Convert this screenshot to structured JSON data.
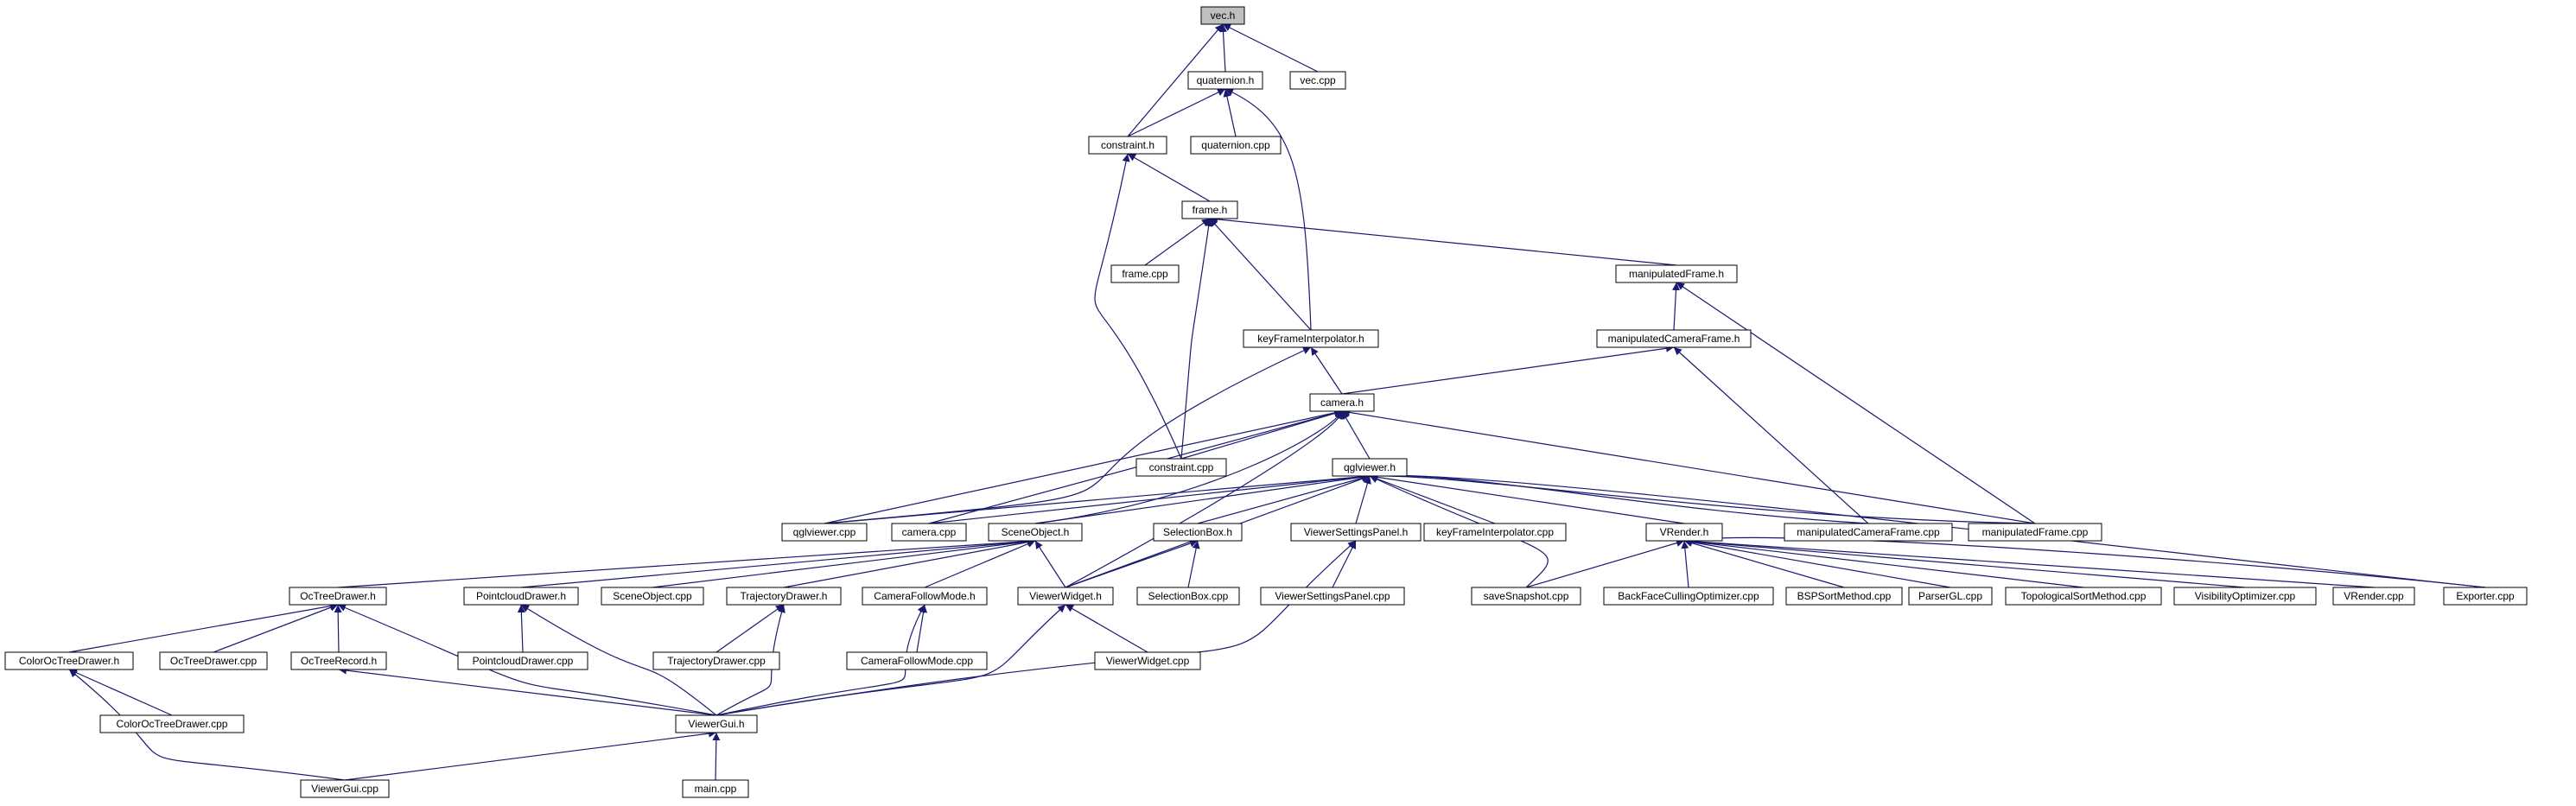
{
  "colors": {
    "edge": "#191970",
    "node_border": "#000000",
    "node_fill": "#ffffff",
    "root_fill": "#bfbfbf",
    "text": "#000000"
  },
  "nodes": [
    {
      "id": "vec_h",
      "label": "vec.h",
      "root": true
    },
    {
      "id": "quaternion_h",
      "label": "quaternion.h"
    },
    {
      "id": "vec_cpp",
      "label": "vec.cpp"
    },
    {
      "id": "constraint_h",
      "label": "constraint.h"
    },
    {
      "id": "quaternion_cpp",
      "label": "quaternion.cpp"
    },
    {
      "id": "frame_h",
      "label": "frame.h"
    },
    {
      "id": "frame_cpp",
      "label": "frame.cpp"
    },
    {
      "id": "manipulatedFrame_h",
      "label": "manipulatedFrame.h"
    },
    {
      "id": "keyFrameInterpolator_h",
      "label": "keyFrameInterpolator.h"
    },
    {
      "id": "manipulatedCameraFrame_h",
      "label": "manipulatedCameraFrame.h"
    },
    {
      "id": "camera_h",
      "label": "camera.h"
    },
    {
      "id": "constraint_cpp",
      "label": "constraint.cpp"
    },
    {
      "id": "qglviewer_h",
      "label": "qglviewer.h"
    },
    {
      "id": "qglviewer_cpp",
      "label": "qglviewer.cpp"
    },
    {
      "id": "camera_cpp",
      "label": "camera.cpp"
    },
    {
      "id": "SceneObject_h",
      "label": "SceneObject.h"
    },
    {
      "id": "SelectionBox_h",
      "label": "SelectionBox.h"
    },
    {
      "id": "ViewerSettingsPanel_h",
      "label": "ViewerSettingsPanel.h"
    },
    {
      "id": "keyFrameInterpolator_cpp",
      "label": "keyFrameInterpolator.cpp"
    },
    {
      "id": "VRender_h",
      "label": "VRender.h"
    },
    {
      "id": "manipulatedCameraFrame_cpp",
      "label": "manipulatedCameraFrame.cpp"
    },
    {
      "id": "manipulatedFrame_cpp",
      "label": "manipulatedFrame.cpp"
    },
    {
      "id": "OcTreeDrawer_h",
      "label": "OcTreeDrawer.h"
    },
    {
      "id": "PointcloudDrawer_h",
      "label": "PointcloudDrawer.h"
    },
    {
      "id": "SceneObject_cpp",
      "label": "SceneObject.cpp"
    },
    {
      "id": "TrajectoryDrawer_h",
      "label": "TrajectoryDrawer.h"
    },
    {
      "id": "CameraFollowMode_h",
      "label": "CameraFollowMode.h"
    },
    {
      "id": "ViewerWidget_h",
      "label": "ViewerWidget.h"
    },
    {
      "id": "SelectionBox_cpp",
      "label": "SelectionBox.cpp"
    },
    {
      "id": "ViewerSettingsPanel_cpp",
      "label": "ViewerSettingsPanel.cpp"
    },
    {
      "id": "saveSnapshot_cpp",
      "label": "saveSnapshot.cpp"
    },
    {
      "id": "BackFaceCullingOptimizer_cpp",
      "label": "BackFaceCullingOptimizer.cpp"
    },
    {
      "id": "BSPSortMethod_cpp",
      "label": "BSPSortMethod.cpp"
    },
    {
      "id": "ParserGL_cpp",
      "label": "ParserGL.cpp"
    },
    {
      "id": "TopologicalSortMethod_cpp",
      "label": "TopologicalSortMethod.cpp"
    },
    {
      "id": "VisibilityOptimizer_cpp",
      "label": "VisibilityOptimizer.cpp"
    },
    {
      "id": "VRender_cpp",
      "label": "VRender.cpp"
    },
    {
      "id": "Exporter_cpp",
      "label": "Exporter.cpp"
    },
    {
      "id": "ColorOcTreeDrawer_h",
      "label": "ColorOcTreeDrawer.h"
    },
    {
      "id": "OcTreeDrawer_cpp",
      "label": "OcTreeDrawer.cpp"
    },
    {
      "id": "OcTreeRecord_h",
      "label": "OcTreeRecord.h"
    },
    {
      "id": "PointcloudDrawer_cpp",
      "label": "PointcloudDrawer.cpp"
    },
    {
      "id": "TrajectoryDrawer_cpp",
      "label": "TrajectoryDrawer.cpp"
    },
    {
      "id": "CameraFollowMode_cpp",
      "label": "CameraFollowMode.cpp"
    },
    {
      "id": "ViewerWidget_cpp",
      "label": "ViewerWidget.cpp"
    },
    {
      "id": "ColorOcTreeDrawer_cpp",
      "label": "ColorOcTreeDrawer.cpp"
    },
    {
      "id": "ViewerGui_h",
      "label": "ViewerGui.h"
    },
    {
      "id": "ViewerGui_cpp",
      "label": "ViewerGui.cpp"
    },
    {
      "id": "main_cpp",
      "label": "main.cpp"
    }
  ],
  "edges": [
    [
      "quaternion_h",
      "vec_h"
    ],
    [
      "vec_cpp",
      "vec_h"
    ],
    [
      "constraint_h",
      "vec_h"
    ],
    [
      "constraint_h",
      "quaternion_h"
    ],
    [
      "quaternion_cpp",
      "quaternion_h"
    ],
    [
      "keyFrameInterpolator_h",
      "quaternion_h"
    ],
    [
      "frame_h",
      "constraint_h"
    ],
    [
      "constraint_cpp",
      "constraint_h"
    ],
    [
      "frame_cpp",
      "frame_h"
    ],
    [
      "keyFrameInterpolator_h",
      "frame_h"
    ],
    [
      "constraint_cpp",
      "frame_h"
    ],
    [
      "manipulatedFrame_h",
      "frame_h"
    ],
    [
      "manipulatedCameraFrame_h",
      "manipulatedFrame_h"
    ],
    [
      "manipulatedFrame_cpp",
      "manipulatedFrame_h"
    ],
    [
      "camera_h",
      "manipulatedCameraFrame_h"
    ],
    [
      "manipulatedCameraFrame_cpp",
      "manipulatedCameraFrame_h"
    ],
    [
      "camera_h",
      "keyFrameInterpolator_h"
    ],
    [
      "qglviewer_cpp",
      "keyFrameInterpolator_h"
    ],
    [
      "constraint_cpp",
      "camera_h"
    ],
    [
      "qglviewer_h",
      "camera_h"
    ],
    [
      "qglviewer_cpp",
      "camera_h"
    ],
    [
      "camera_cpp",
      "camera_h"
    ],
    [
      "SceneObject_h",
      "camera_h"
    ],
    [
      "ViewerWidget_h",
      "camera_h"
    ],
    [
      "manipulatedFrame_cpp",
      "camera_h"
    ],
    [
      "qglviewer_cpp",
      "qglviewer_h"
    ],
    [
      "camera_cpp",
      "qglviewer_h"
    ],
    [
      "SceneObject_h",
      "qglviewer_h"
    ],
    [
      "SelectionBox_h",
      "qglviewer_h"
    ],
    [
      "ViewerSettingsPanel_h",
      "qglviewer_h"
    ],
    [
      "keyFrameInterpolator_cpp",
      "qglviewer_h"
    ],
    [
      "VRender_h",
      "qglviewer_h"
    ],
    [
      "manipulatedCameraFrame_cpp",
      "qglviewer_h"
    ],
    [
      "manipulatedFrame_cpp",
      "qglviewer_h"
    ],
    [
      "ViewerWidget_h",
      "qglviewer_h"
    ],
    [
      "saveSnapshot_cpp",
      "qglviewer_h"
    ],
    [
      "Exporter_cpp",
      "qglviewer_h"
    ],
    [
      "OcTreeDrawer_h",
      "SceneObject_h"
    ],
    [
      "PointcloudDrawer_h",
      "SceneObject_h"
    ],
    [
      "SceneObject_cpp",
      "SceneObject_h"
    ],
    [
      "TrajectoryDrawer_h",
      "SceneObject_h"
    ],
    [
      "CameraFollowMode_h",
      "SceneObject_h"
    ],
    [
      "ViewerWidget_h",
      "SceneObject_h"
    ],
    [
      "ViewerWidget_h",
      "SelectionBox_h"
    ],
    [
      "SelectionBox_cpp",
      "SelectionBox_h"
    ],
    [
      "ViewerSettingsPanel_cpp",
      "ViewerSettingsPanel_h"
    ],
    [
      "ViewerGui_h",
      "ViewerSettingsPanel_h"
    ],
    [
      "saveSnapshot_cpp",
      "VRender_h"
    ],
    [
      "BackFaceCullingOptimizer_cpp",
      "VRender_h"
    ],
    [
      "BSPSortMethod_cpp",
      "VRender_h"
    ],
    [
      "ParserGL_cpp",
      "VRender_h"
    ],
    [
      "TopologicalSortMethod_cpp",
      "VRender_h"
    ],
    [
      "VisibilityOptimizer_cpp",
      "VRender_h"
    ],
    [
      "VRender_cpp",
      "VRender_h"
    ],
    [
      "Exporter_cpp",
      "VRender_h"
    ],
    [
      "ColorOcTreeDrawer_h",
      "OcTreeDrawer_h"
    ],
    [
      "OcTreeDrawer_cpp",
      "OcTreeDrawer_h"
    ],
    [
      "OcTreeRecord_h",
      "OcTreeDrawer_h"
    ],
    [
      "ViewerGui_h",
      "OcTreeDrawer_h"
    ],
    [
      "PointcloudDrawer_cpp",
      "PointcloudDrawer_h"
    ],
    [
      "ViewerGui_h",
      "PointcloudDrawer_h"
    ],
    [
      "TrajectoryDrawer_cpp",
      "TrajectoryDrawer_h"
    ],
    [
      "ViewerGui_h",
      "TrajectoryDrawer_h"
    ],
    [
      "CameraFollowMode_cpp",
      "CameraFollowMode_h"
    ],
    [
      "ViewerGui_h",
      "CameraFollowMode_h"
    ],
    [
      "ViewerWidget_cpp",
      "ViewerWidget_h"
    ],
    [
      "ViewerGui_h",
      "ViewerWidget_h"
    ],
    [
      "ColorOcTreeDrawer_cpp",
      "ColorOcTreeDrawer_h"
    ],
    [
      "ViewerGui_cpp",
      "ColorOcTreeDrawer_h"
    ],
    [
      "ViewerGui_h",
      "OcTreeRecord_h"
    ],
    [
      "ViewerGui_cpp",
      "ViewerGui_h"
    ],
    [
      "main_cpp",
      "ViewerGui_h"
    ]
  ]
}
